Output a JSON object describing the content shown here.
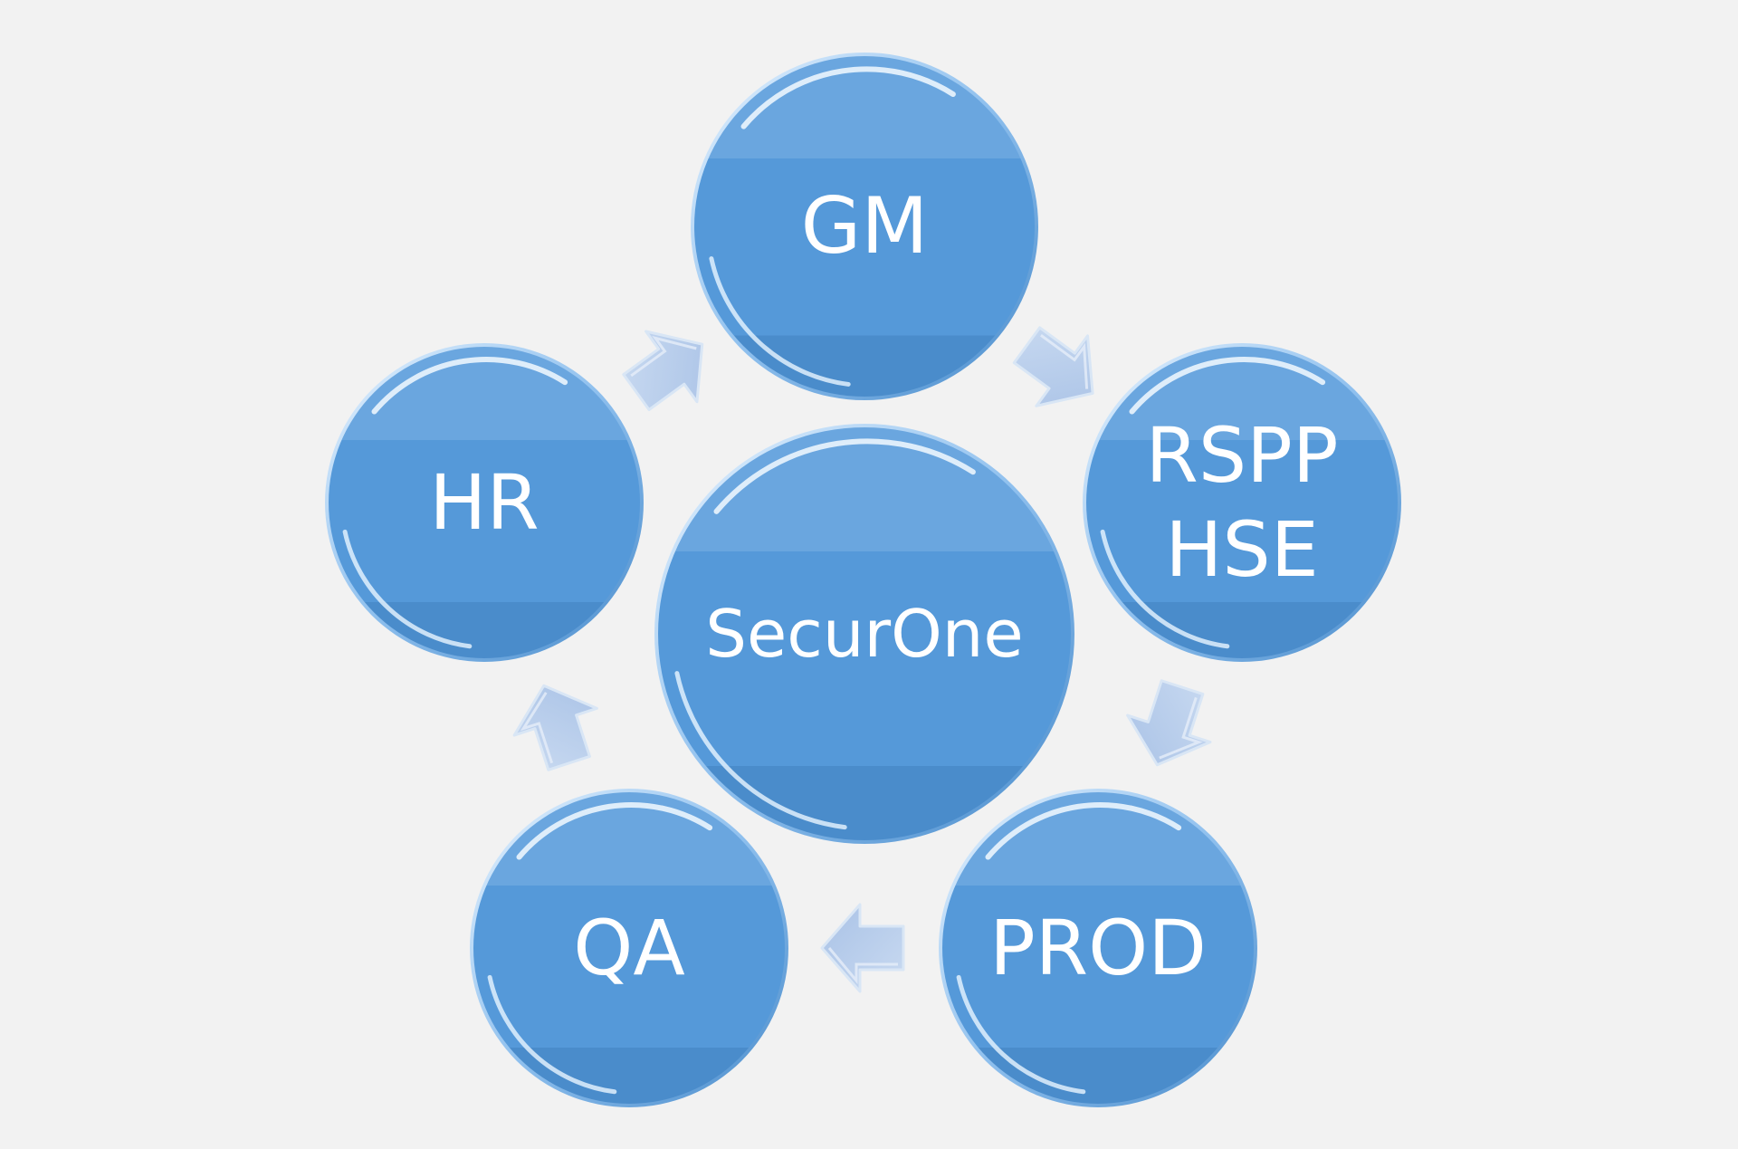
{
  "colors": {
    "background": "#f2f2f2",
    "node_fill": "#5599d9",
    "node_fill_dark": "#4a8ccb",
    "node_fill_light": "#6aa6df",
    "node_rim": "#cfe6fb",
    "node_text": "#ffffff",
    "arrow_fill": "#b4cbe9",
    "arrow_stroke": "#d9e6f5"
  },
  "nodes": {
    "center": {
      "lines": [
        "SecurOne"
      ]
    },
    "gm": {
      "lines": [
        "GM"
      ]
    },
    "rspp": {
      "lines": [
        "RSPP",
        "HSE"
      ]
    },
    "prod": {
      "lines": [
        "PROD"
      ]
    },
    "qa": {
      "lines": [
        "QA"
      ]
    },
    "hr": {
      "lines": [
        "HR"
      ]
    }
  },
  "arrows": [
    {
      "from": "gm",
      "to": "rspp",
      "icon": "arrow-right-down"
    },
    {
      "from": "rspp",
      "to": "prod",
      "icon": "arrow-down"
    },
    {
      "from": "prod",
      "to": "qa",
      "icon": "arrow-left"
    },
    {
      "from": "qa",
      "to": "hr",
      "icon": "arrow-up"
    },
    {
      "from": "hr",
      "to": "gm",
      "icon": "arrow-right-up"
    }
  ]
}
